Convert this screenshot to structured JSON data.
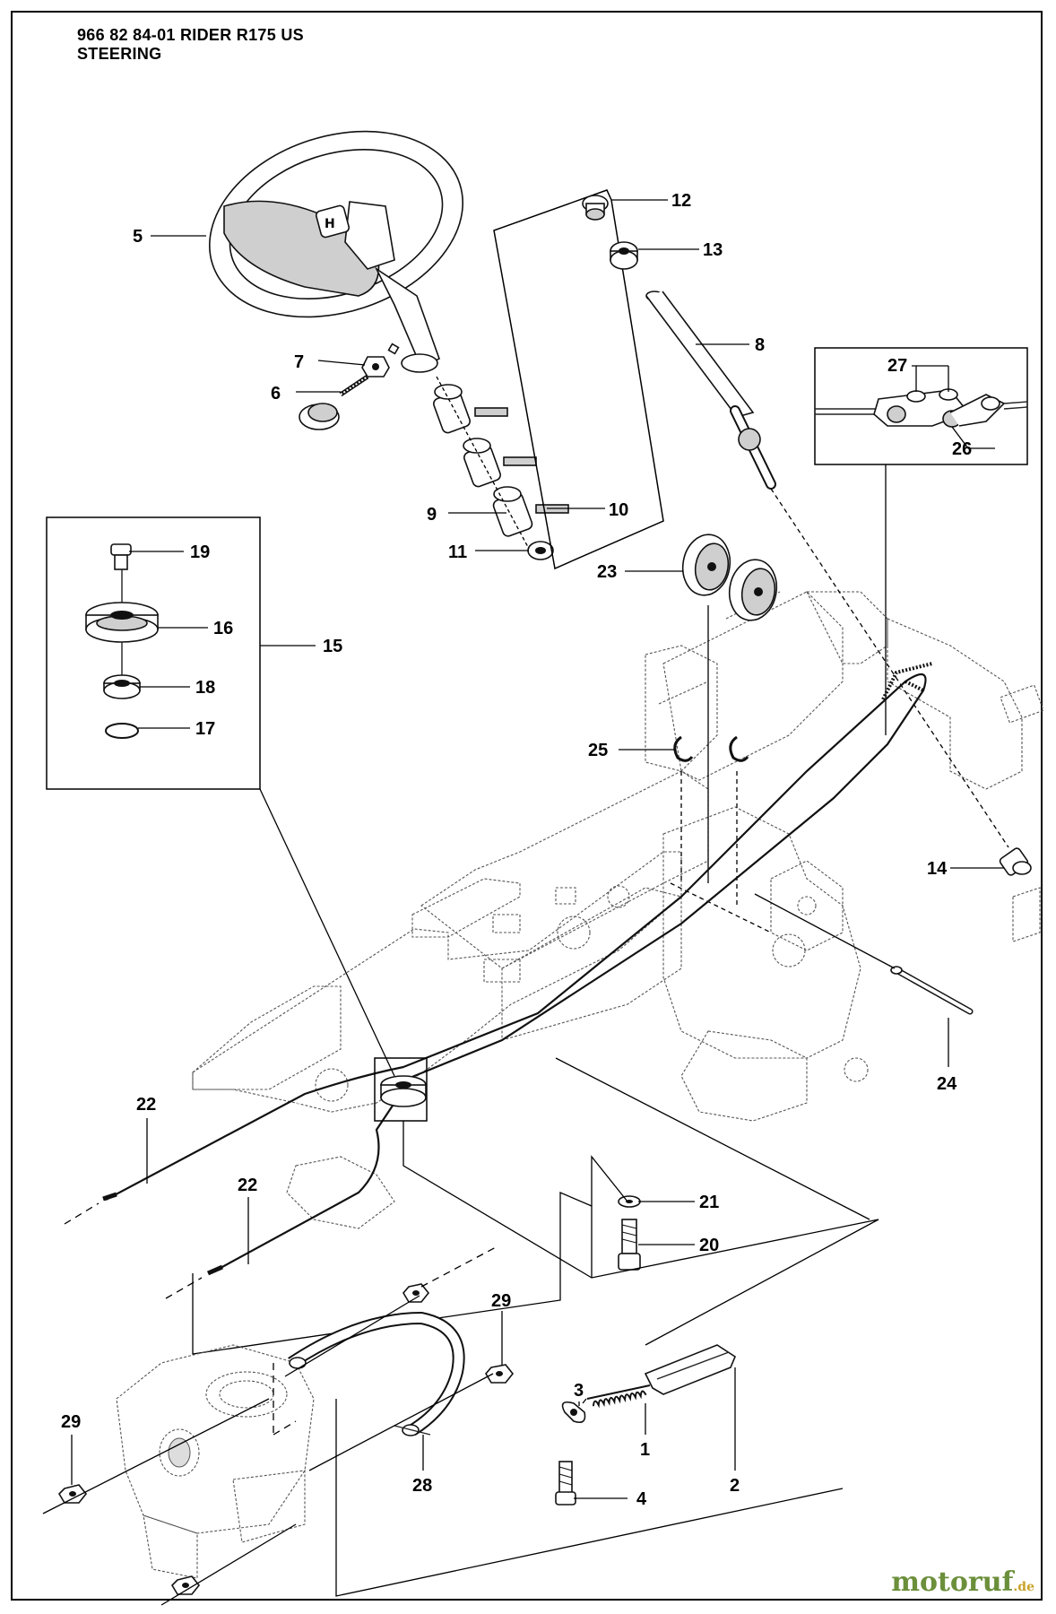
{
  "header": {
    "line1": "966 82 84-01 RIDER R175 US",
    "line2": "STEERING"
  },
  "watermark": {
    "name": "motoruf",
    "tld": ".de"
  },
  "callouts": [
    {
      "id": "c5",
      "label": "5"
    },
    {
      "id": "c12",
      "label": "12"
    },
    {
      "id": "c13",
      "label": "13"
    },
    {
      "id": "c8",
      "label": "8"
    },
    {
      "id": "c7",
      "label": "7"
    },
    {
      "id": "c6",
      "label": "6"
    },
    {
      "id": "c27",
      "label": "27"
    },
    {
      "id": "c26",
      "label": "26"
    },
    {
      "id": "c9",
      "label": "9"
    },
    {
      "id": "c10",
      "label": "10"
    },
    {
      "id": "c11",
      "label": "11"
    },
    {
      "id": "c19",
      "label": "19"
    },
    {
      "id": "c16",
      "label": "16"
    },
    {
      "id": "c15",
      "label": "15"
    },
    {
      "id": "c18",
      "label": "18"
    },
    {
      "id": "c17",
      "label": "17"
    },
    {
      "id": "c23",
      "label": "23"
    },
    {
      "id": "c25",
      "label": "25"
    },
    {
      "id": "c14",
      "label": "14"
    },
    {
      "id": "c24",
      "label": "24"
    },
    {
      "id": "c22a",
      "label": "22"
    },
    {
      "id": "c22b",
      "label": "22"
    },
    {
      "id": "c21",
      "label": "21"
    },
    {
      "id": "c20",
      "label": "20"
    },
    {
      "id": "c29a",
      "label": "29"
    },
    {
      "id": "c29b",
      "label": "29"
    },
    {
      "id": "c3",
      "label": "3"
    },
    {
      "id": "c1",
      "label": "1"
    },
    {
      "id": "c2",
      "label": "2"
    },
    {
      "id": "c28",
      "label": "28"
    },
    {
      "id": "c4",
      "label": "4"
    }
  ]
}
